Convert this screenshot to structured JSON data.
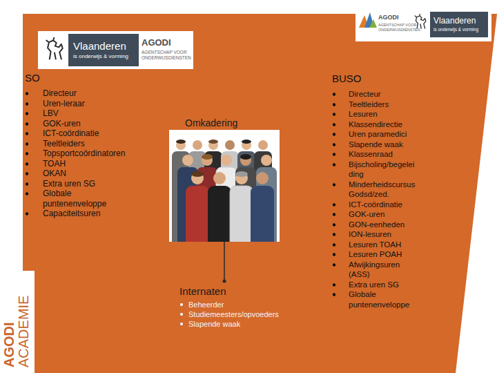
{
  "diagram": {
    "nodes": [
      {
        "text": [
          "AGODI",
          "AGENTSCHAP VOOR ONDERWIJSDIENSTEN"
        ]
      },
      {
        "text": [
          "Vlaanderen",
          "is onderwijs & vorming"
        ],
        "in": 0
      },
      {
        "text": [
          "AGODI",
          "AGENTSCHAP VOOR ONDERWIJSDIENSTEN"
        ]
      },
      {
        "text": [
          "Vlaanderen",
          "is onderwijs & vorming"
        ],
        "in": 2
      },
      {
        "text": [
          "Omkadering"
        ]
      },
      {
        "text": [
          "Internaten",
          "Beheerder",
          "Studiemeesters/opvoeders",
          "Slapende waak"
        ]
      }
    ],
    "edges": [
      {
        "from": 4,
        "to": 5,
        "arrow": "none"
      }
    ],
    "labels": [
      "SO",
      "Directeur",
      "Uren-leraar",
      "LBV",
      "GOK-uren",
      "ICT-coördinatie",
      "Teeltleiders",
      "Topsportcoördinatoren",
      "TOAH",
      "OKAN",
      "Extra uren SG",
      "Globale puntenenveloppe",
      "Capaciteitsuren",
      "BUSO",
      "Directeur",
      "Teeltleiders",
      "Lesuren",
      "Klassendirectie",
      "Uren paramedici",
      "Slapende waak",
      "Klassenraad",
      "Bijscholing/begeleiding",
      "Minderheidscursus Godsd/zed.",
      "ICT-coördinatie",
      "GOK-uren",
      "GON-eenheden",
      "ION-lesuren",
      "Lesuren TOAH",
      "Lesuren POAH",
      "Afwijkingsuren (ASS)",
      "Extra uren SG",
      "Globale puntenenveloppe",
      "AGODI",
      "ACADEMIE"
    ]
  }
}
